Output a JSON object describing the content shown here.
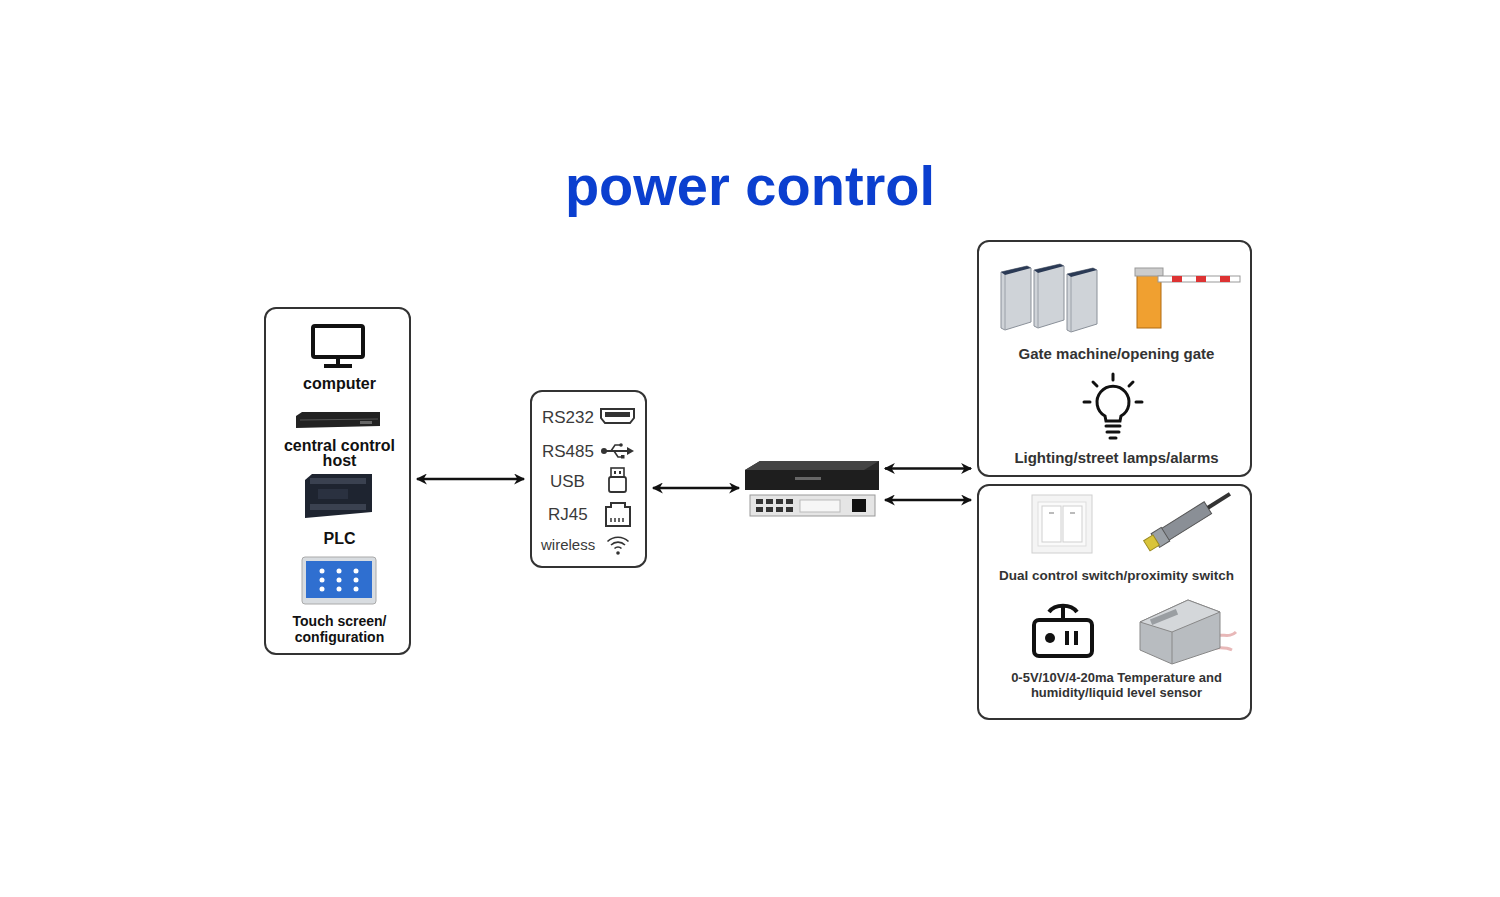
{
  "diagram": {
    "title": "power control",
    "nodes": [
      {
        "text": [
          "computer",
          "central control host",
          "PLC",
          "Touch screen/ configuration"
        ]
      },
      {
        "text": [
          "RS232",
          "RS485",
          "USB",
          "RJ45",
          "wireless"
        ]
      },
      {
        "text": []
      },
      {
        "text": [
          "Gate machine/opening gate",
          "Lighting/street lamps/alarms"
        ]
      },
      {
        "text": [
          "Dual control switch/proximity switch",
          "0-5V/10V/4-20ma Temperature and humidity/liquid level sensor"
        ]
      }
    ],
    "edges": [
      {
        "from": 0,
        "to": 1,
        "arrow": "both"
      },
      {
        "from": 1,
        "to": 2,
        "arrow": "both"
      },
      {
        "from": 2,
        "to": 3,
        "arrow": "both"
      },
      {
        "from": 2,
        "to": 4,
        "arrow": "both"
      }
    ]
  }
}
